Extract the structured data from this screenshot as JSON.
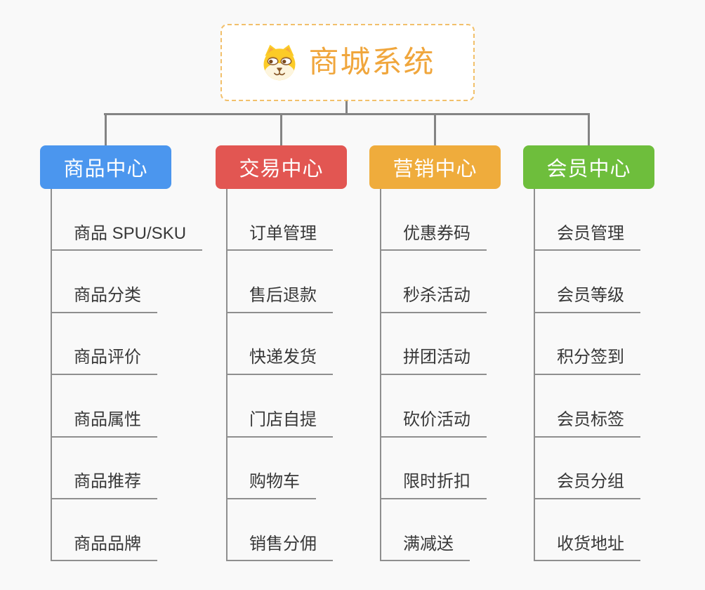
{
  "root": {
    "title": "商城系统",
    "icon": "dog-face-icon"
  },
  "branches": [
    {
      "label": "商品中心",
      "color": "#4b96ee",
      "children": [
        "商品 SPU/SKU",
        "商品分类",
        "商品评价",
        "商品属性",
        "商品推荐",
        "商品品牌"
      ]
    },
    {
      "label": "交易中心",
      "color": "#e25652",
      "children": [
        "订单管理",
        "售后退款",
        "快递发货",
        "门店自提",
        "购物车",
        "销售分佣"
      ]
    },
    {
      "label": "营销中心",
      "color": "#efac3c",
      "children": [
        "优惠券码",
        "秒杀活动",
        "拼团活动",
        "砍价活动",
        "限时折扣",
        "满减送"
      ]
    },
    {
      "label": "会员中心",
      "color": "#6ebe3c",
      "children": [
        "会员管理",
        "会员等级",
        "积分签到",
        "会员标签",
        "会员分组",
        "收货地址"
      ]
    }
  ],
  "colors": {
    "background": "#f9f9f9",
    "connector": "#848484",
    "leaf_line": "#8f8f8f",
    "leaf_text": "#383838",
    "root_text": "#f0a63c",
    "root_border": "#f2c06b"
  }
}
